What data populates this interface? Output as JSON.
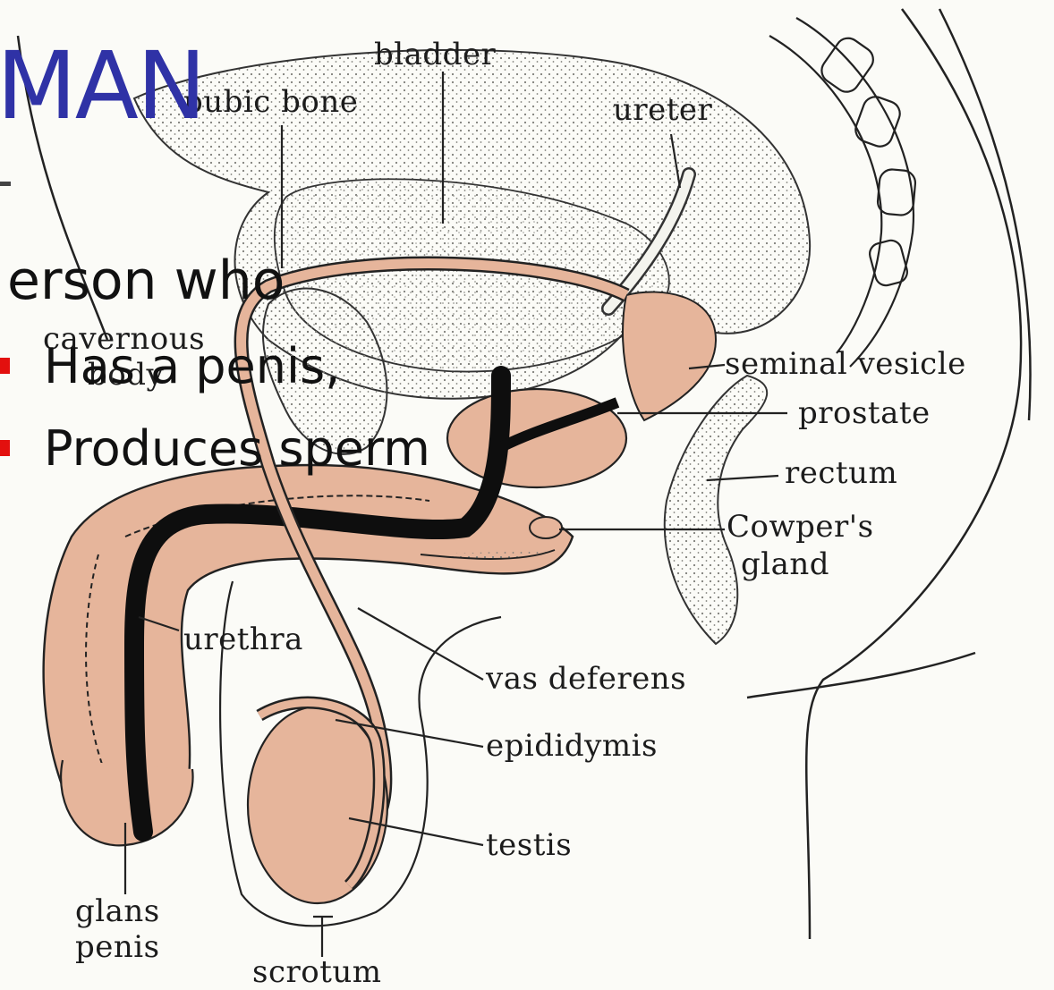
{
  "slide": {
    "title": "MAN",
    "lead": "erson who",
    "bullets": [
      "Has a penis,",
      "Produces sperm"
    ]
  },
  "diagram": {
    "labels": {
      "bladder": "bladder",
      "pubic_bone": "pubic bone",
      "ureter": "ureter",
      "seminal_vesicle": "seminal vesicle",
      "prostate": "prostate",
      "rectum": "rectum",
      "cowpers_gland_1": "Cowper's",
      "cowpers_gland_2": "gland",
      "cavernous_1": "cavernous",
      "cavernous_2": "body",
      "urethra": "urethra",
      "vas_deferens": "vas deferens",
      "epididymis": "epididymis",
      "testis": "testis",
      "glans_1": "glans",
      "glans_2": "penis",
      "scrotum": "scrotum"
    },
    "colors": {
      "tissue": "#e6b59b",
      "urethra": "#0e0e0e",
      "stipple": "#8a8a84",
      "outline": "#222222",
      "title": "#2f32a6",
      "bullet": "#e3100e"
    }
  }
}
